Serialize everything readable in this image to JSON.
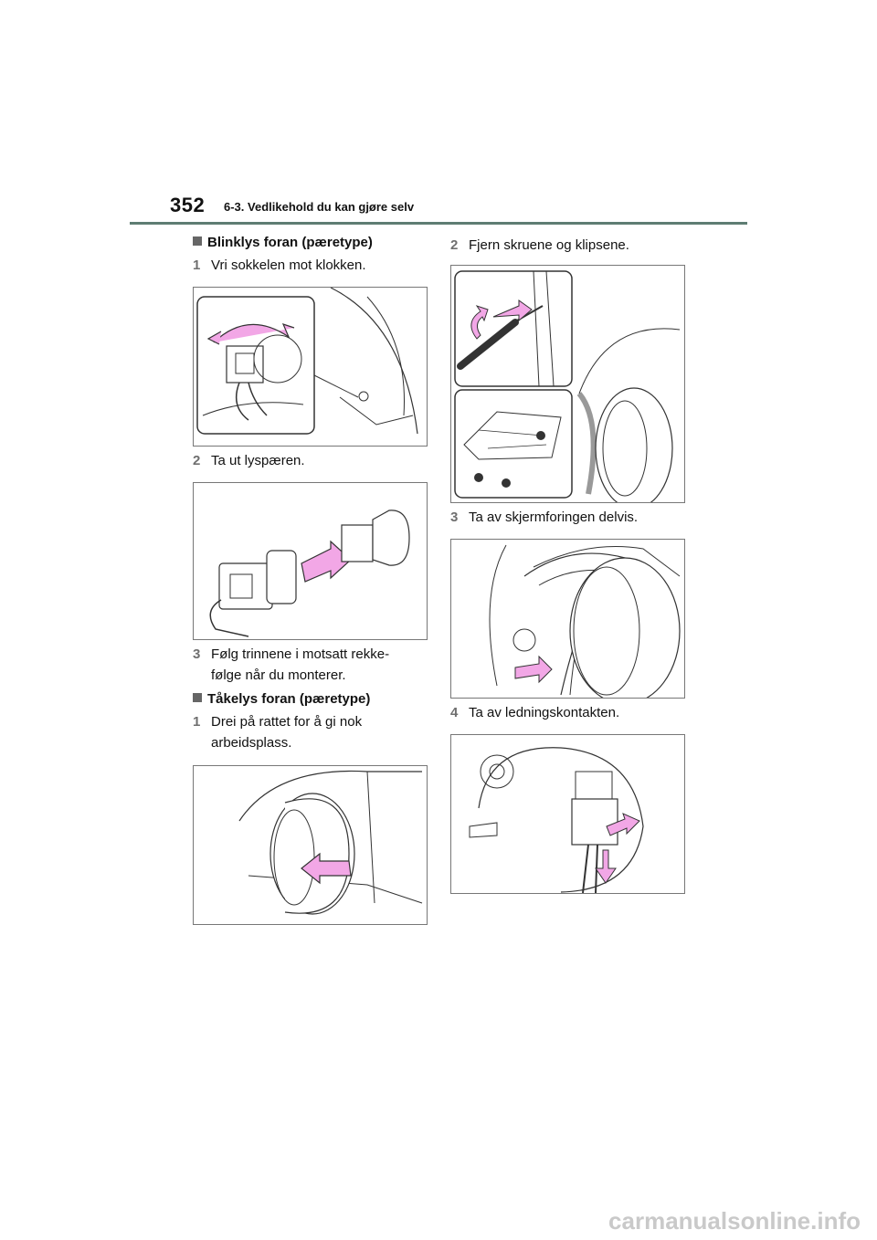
{
  "header": {
    "page_number": "352",
    "section": "6-3. Vedlikehold du kan gjøre selv"
  },
  "left": {
    "heading1": "Blinklys foran (pæretype)",
    "steps1": [
      {
        "num": "1",
        "text": "Vri sokkelen mot klokken."
      },
      {
        "num": "2",
        "text": "Ta ut lyspæren."
      },
      {
        "num": "3",
        "text": "Følg trinnene i motsatt rekke-"
      },
      {
        "num": "",
        "text": "følge når du monterer."
      }
    ],
    "heading2": "Tåkelys foran (pæretype)",
    "steps2": [
      {
        "num": "1",
        "text": "Drei på rattet for å gi nok"
      },
      {
        "num": "",
        "text": "arbeidsplass."
      }
    ]
  },
  "right": {
    "steps": [
      {
        "num": "2",
        "text": "Fjern skruene og klipsene."
      },
      {
        "num": "3",
        "text": "Ta av skjermforingen delvis."
      },
      {
        "num": "4",
        "text": "Ta av ledningskontakten."
      }
    ]
  },
  "watermark": "carmanualsonline.info",
  "colors": {
    "accent_rule": "#5e7d73",
    "arrow_pink": "#f2a7e6",
    "step_number": "#6f6f6f"
  }
}
